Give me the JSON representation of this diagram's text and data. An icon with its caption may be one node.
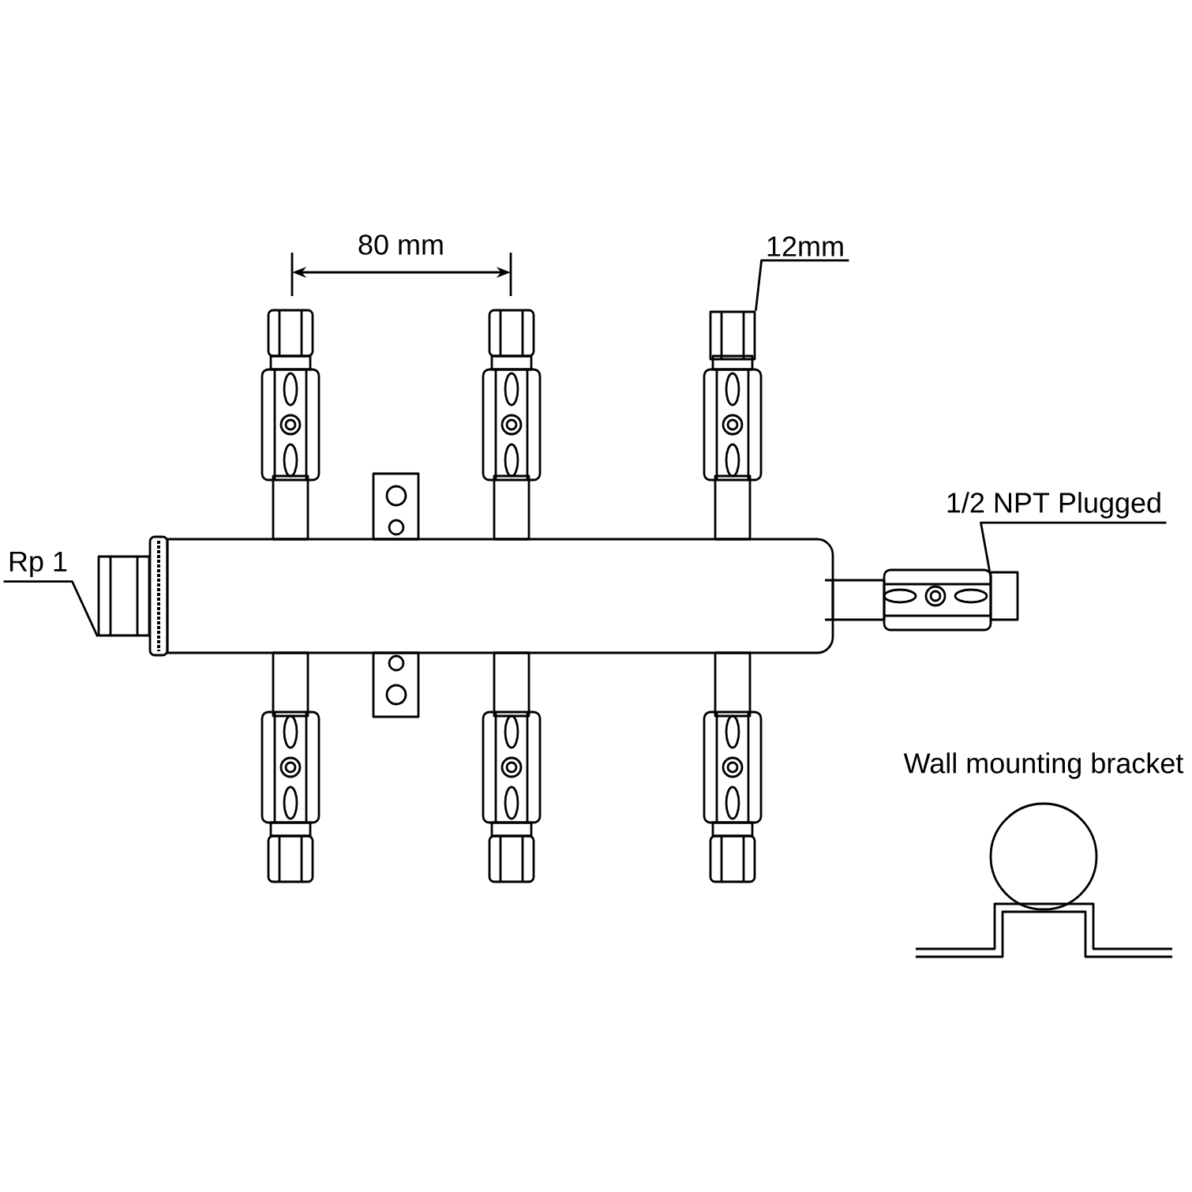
{
  "diagram": {
    "nodes": [
      {
        "text": [
          "Rp 1"
        ]
      },
      {
        "text": [],
        "shape": "box"
      },
      {
        "text": [
          "12mm"
        ]
      },
      {
        "text": [],
        "shape": "box"
      },
      {
        "text": [
          "1/2 NPT Plugged"
        ]
      },
      {
        "text": [],
        "shape": "box"
      }
    ],
    "edges": [
      {
        "from": 0,
        "to": 1,
        "arrow": "none"
      },
      {
        "from": 2,
        "to": 3,
        "arrow": "none"
      },
      {
        "from": 4,
        "to": 5,
        "arrow": "none"
      }
    ],
    "labels": [
      "80 mm",
      "Wall mounting bracket"
    ]
  }
}
